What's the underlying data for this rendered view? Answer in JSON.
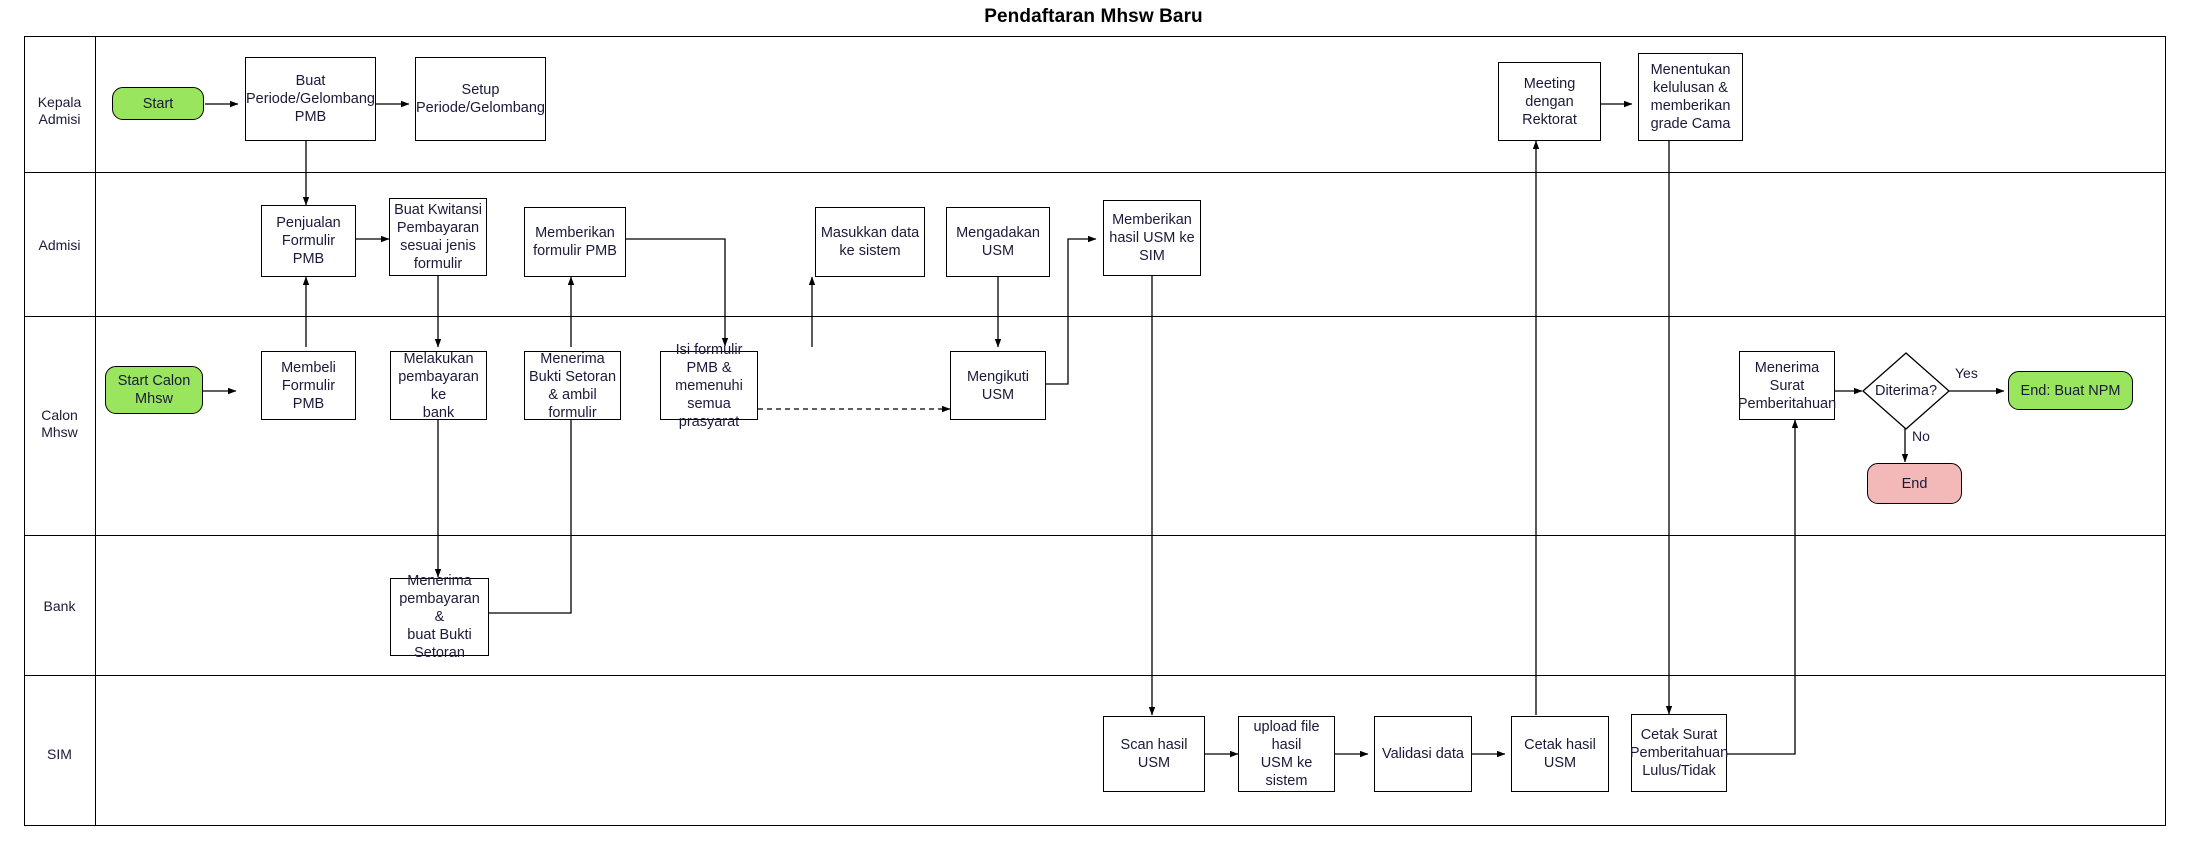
{
  "title": "Pendaftaran Mhsw Baru",
  "lanes": [
    {
      "id": "kepala-admisi",
      "label": "Kepala\nAdmisi"
    },
    {
      "id": "admisi",
      "label": "Admisi"
    },
    {
      "id": "calon-mhsw",
      "label": "Calon\nMhsw"
    },
    {
      "id": "bank",
      "label": "Bank"
    },
    {
      "id": "sim",
      "label": "SIM"
    }
  ],
  "nodes": {
    "start": "Start",
    "buat_periode": "Buat\nPeriode/Gelombang\nPMB",
    "setup_periode": "Setup\nPeriode/Gelombang",
    "meeting_rektorat": "Meeting\ndengan\nRektorat",
    "menentukan_kelulusan": "Menentukan\nkelulusan &\nmemberikan\ngrade Cama",
    "penjualan_formulir": "Penjualan\nFormulir PMB",
    "buat_kwitansi": "Buat Kwitansi\nPembayaran\nsesuai jenis\nformulir",
    "memberikan_formulir": "Memberikan\nformulir PMB",
    "masukkan_data": "Masukkan data\nke sistem",
    "mengadakan_usm": "Mengadakan\nUSM",
    "memberikan_hasil": "Memberikan\nhasil USM ke\nSIM",
    "start_calon": "Start Calon\nMhsw",
    "membeli_formulir": "Membeli\nFormulir PMB",
    "melakukan_pembayaran": "Melakukan\npembayaran ke\nbank",
    "menerima_bukti": "Menerima\nBukti Setoran\n& ambil\nformulir",
    "isi_formulir": "Isi formulir PMB &\nmemenuhi semua\nprasyarat",
    "mengikuti_usm": "Mengikuti USM",
    "menerima_surat": "Menerima\nSurat\nPemberitahuan",
    "diterima": "Diterima?",
    "end_npm": "End: Buat NPM",
    "end": "End",
    "menerima_pembayaran": "Menerima\npembayaran &\nbuat Bukti\nSetoran",
    "scan_hasil": "Scan hasil\nUSM",
    "upload_file": "upload file hasil\nUSM ke sistem",
    "validasi_data": "Validasi data",
    "cetak_hasil": "Cetak hasil\nUSM",
    "cetak_surat": "Cetak Surat\nPemberitahuan\nLulus/Tidak"
  },
  "edge_labels": {
    "yes": "Yes",
    "no": "No"
  },
  "colors": {
    "start_fill": "#9ae55e",
    "end_fill": "#f3b9b9",
    "stroke": "#000000",
    "text": "#1a1a3a",
    "background": "#ffffff"
  }
}
